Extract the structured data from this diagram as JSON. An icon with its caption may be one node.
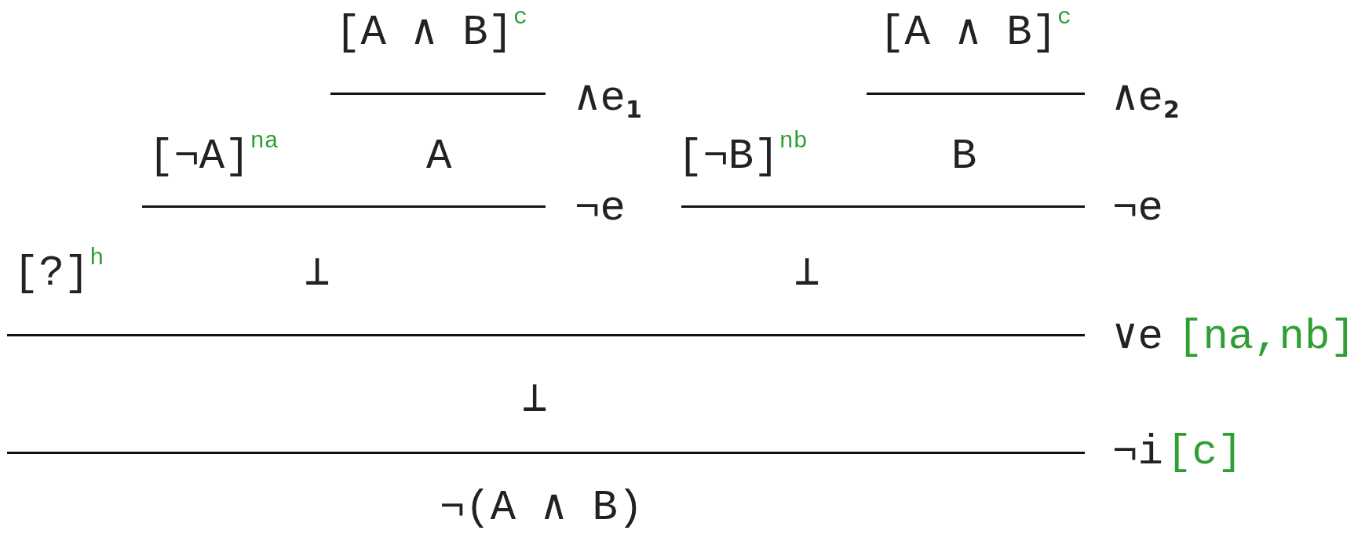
{
  "diagram": {
    "labels": [
      "[A ∧ B]$^{c}$",
      "[A ∧ B]$^{c}$",
      "∧e$_{1}$",
      "∧e$_{2}$",
      "[¬A]$^{na}$",
      "A",
      "[¬B]$^{nb}$",
      "B",
      "¬e",
      "¬e",
      "[?]$^{h}$",
      "⊥",
      "⊥",
      "∨e",
      "[na,nb]",
      "⊥",
      "¬i",
      "[c]",
      "¬(A ∧ B)"
    ]
  }
}
